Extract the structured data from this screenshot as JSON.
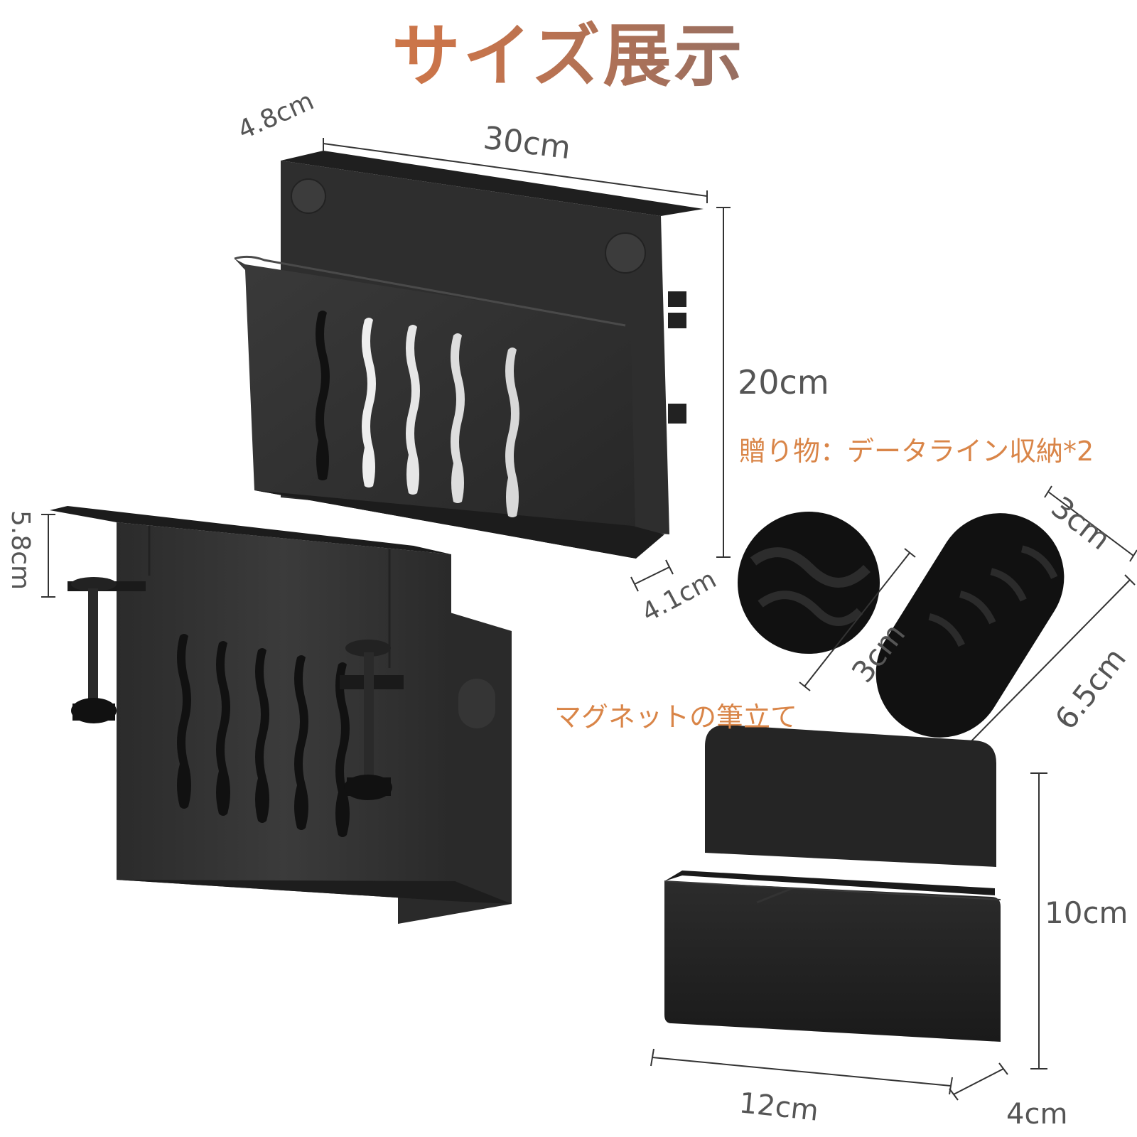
{
  "title": "サイズ展示",
  "dimensions": {
    "organizer_depth_top": "4.8cm",
    "organizer_width": "30cm",
    "organizer_height": "20cm",
    "organizer_depth_bottom": "4.1cm",
    "clamp_depth": "5.8cm",
    "cable_holder_round": "3cm",
    "cable_holder_width": "3cm",
    "cable_holder_length": "6.5cm",
    "pen_holder_height": "10cm",
    "pen_holder_width": "12cm",
    "pen_holder_depth": "4cm"
  },
  "labels": {
    "gift": "贈り物：データライン収納*2",
    "pen_holder": "マグネットの筆立て"
  },
  "colors": {
    "title_gradient_start": "#e08040",
    "title_gradient_end": "#6f6f6f",
    "label_orange": "#d98548",
    "dimension_text": "#555555",
    "product_black": "#2a2a2a"
  }
}
